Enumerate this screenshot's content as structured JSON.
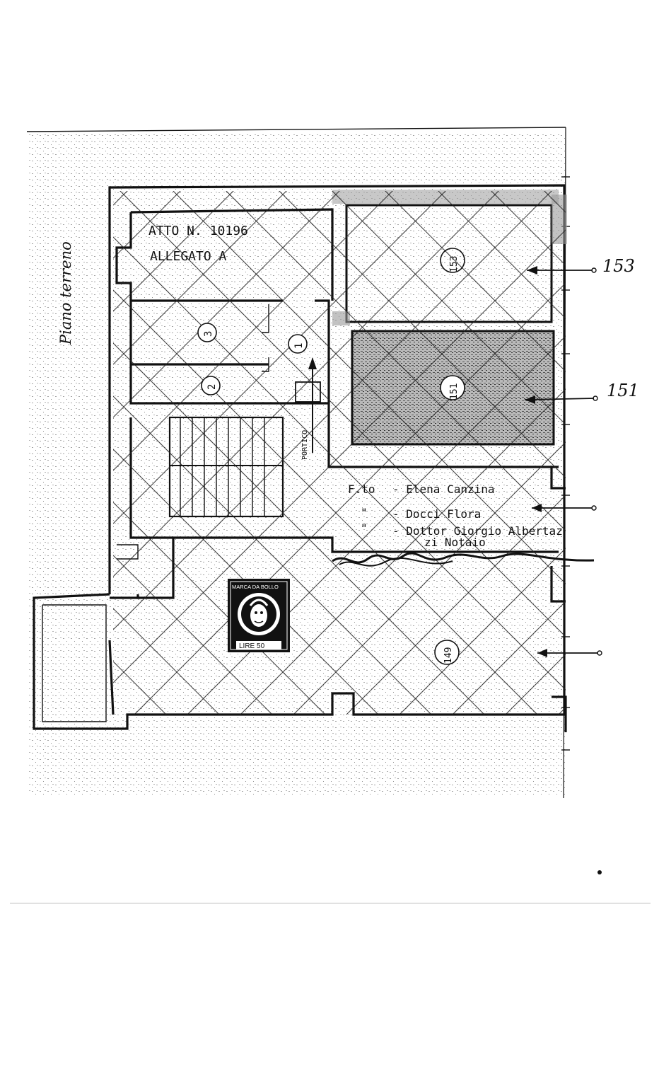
{
  "document": {
    "header": {
      "atto_label": "ATTO N. 10196",
      "allegato_label": "ALLEGATO A"
    },
    "floor_label": "Piano terreno",
    "room_numbers": [
      "153",
      "151",
      "1",
      "2",
      "3",
      "149"
    ],
    "portico_label": "PORTICO",
    "margin_refs": [
      "153",
      "151"
    ],
    "signatures": {
      "line1_prefix": "F.to",
      "line1_name": "- Elena Canzina",
      "line2_prefix": "\"",
      "line2_name": "- Docci Flora",
      "line3_prefix": "\"",
      "line3_name": "- Dottor Giorgio Albertaz",
      "line4": "zi Notaio"
    },
    "stamp": {
      "top_text": "MARCA DA BOLLO",
      "bottom_text": "LIRE 50"
    }
  },
  "colors": {
    "ink": "#111111",
    "paper": "#ffffff",
    "shade": "#9a9a9a"
  }
}
